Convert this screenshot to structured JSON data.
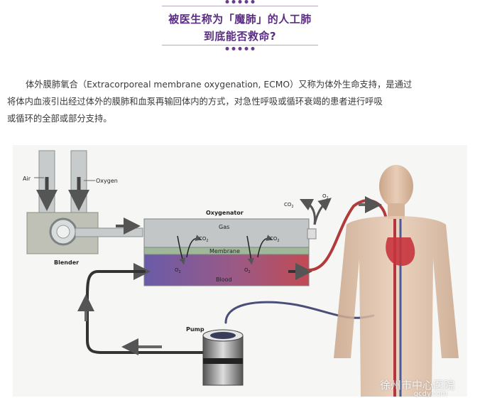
{
  "header": {
    "title_line1": "被医生称为「魔肺」的人工肺",
    "title_line2": "到底能否救命?"
  },
  "paragraph": {
    "line1": "体外膜肺氧合（Extracorporeal membrane oxygenation, ECMO）又称为体外生命支持，是通过",
    "line2": "将体内血液引出经过体外的膜肺和血泵再输回体内的方式，对急性呼吸或循环衰竭的患者进行呼吸",
    "line3": "或循环的全部或部分支持。"
  },
  "figure": {
    "air": "Air",
    "oxygen": "Oxygen",
    "blender": "Blender",
    "oxygenator": "Oxygenator",
    "gas": "Gas",
    "membrane": "Membrane",
    "blood": "Blood",
    "pump": "Pump",
    "co2_1": "CO",
    "co2_2": "CO",
    "co2_out": "CO",
    "o2_1": "O",
    "o2_2": "O",
    "o2_out": "O",
    "sub2": "2",
    "watermark": "徐州市中心医院",
    "watermark_site": "qcdy.com"
  },
  "colors": {
    "title": "#5a2d82",
    "oxygenator_top": "#bfc3c4",
    "blood_left": "#6a5ba8",
    "blood_right": "#c24a54",
    "membrane": "#9fb89a"
  }
}
